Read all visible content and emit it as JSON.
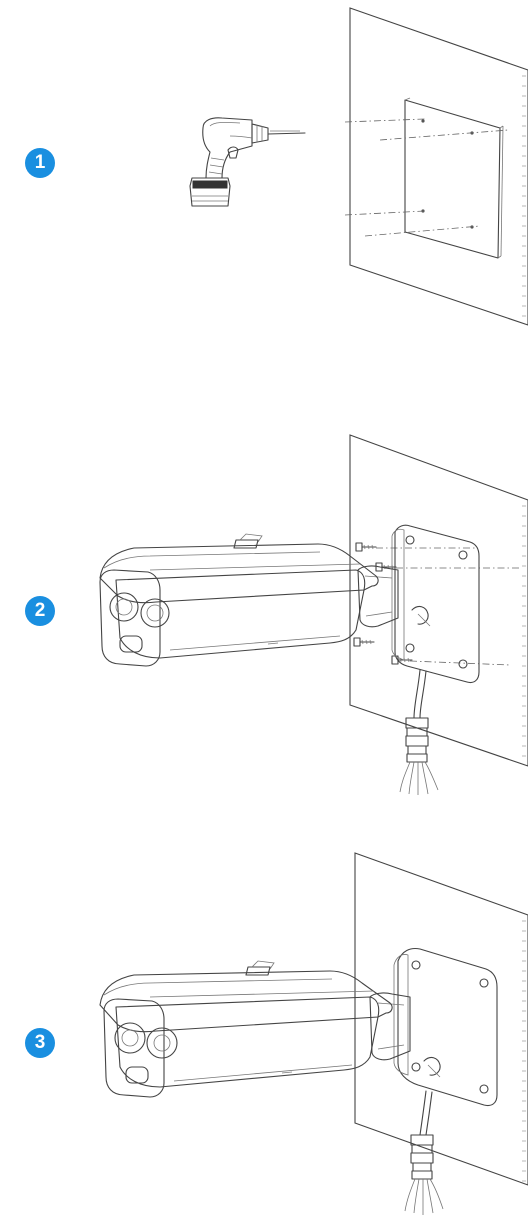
{
  "steps": [
    {
      "number": "1",
      "icon": "drill-icon"
    },
    {
      "number": "2",
      "icon": "bullet-camera-icon"
    },
    {
      "number": "3",
      "icon": "bullet-camera-icon"
    }
  ],
  "colors": {
    "badge": "#1a8fe0",
    "line": "#444444"
  }
}
